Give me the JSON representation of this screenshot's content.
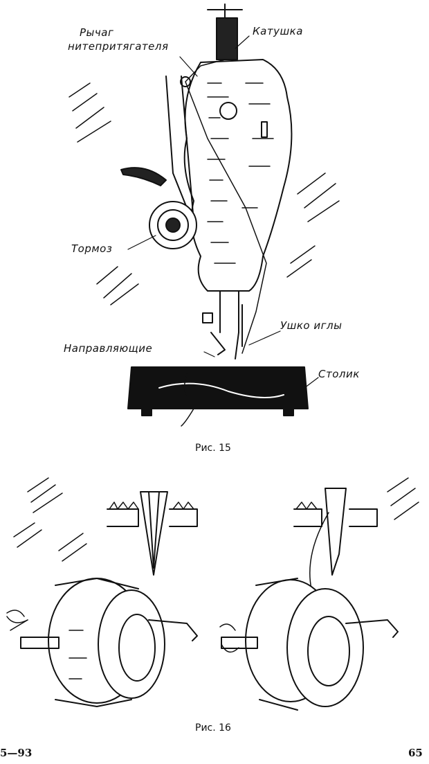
{
  "figure15": {
    "labels": {
      "lever_line1": "Рычаг",
      "lever_line2": "нитепритягателя",
      "spool": "Катушка",
      "brake": "Тормоз",
      "needle_eye": "Ушко иглы",
      "guides": "Направляющие",
      "table": "Столик"
    },
    "caption": "Рис. 15"
  },
  "figure16": {
    "caption": "Рис. 16"
  },
  "footer": {
    "signature": "5—93",
    "page_number": "65"
  }
}
